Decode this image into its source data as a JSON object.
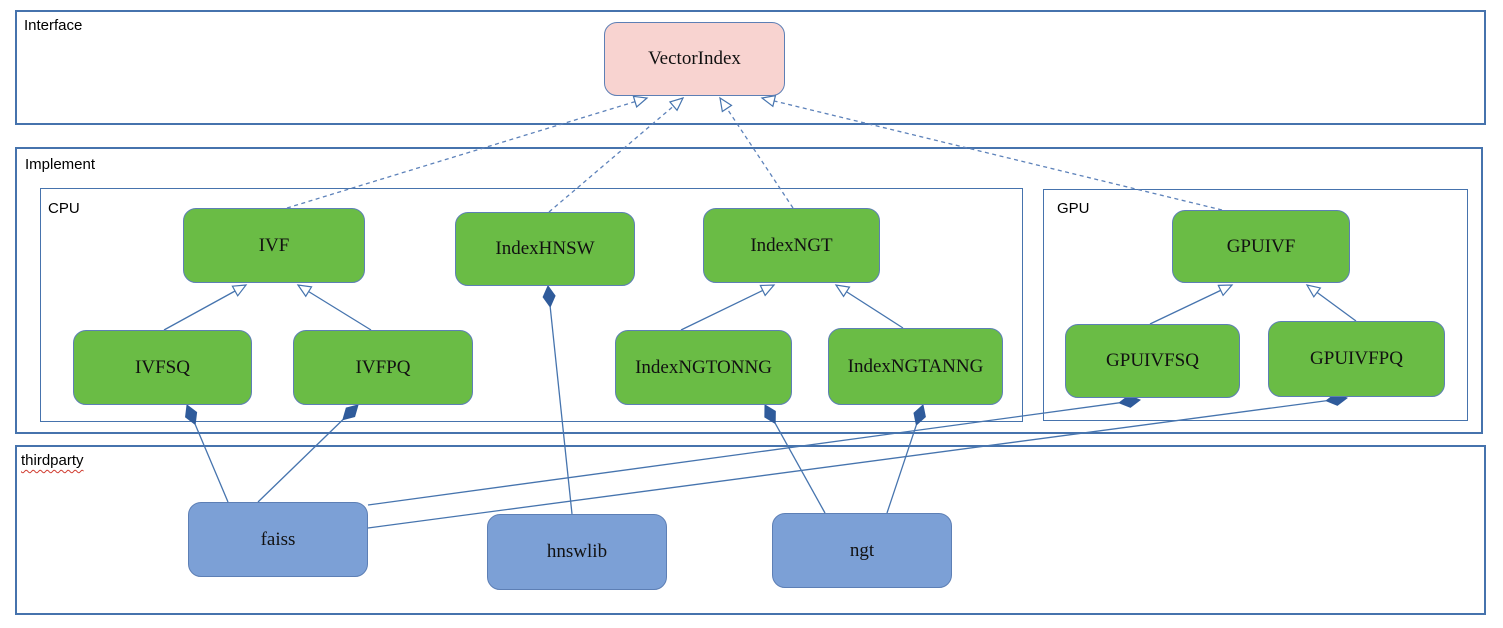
{
  "diagram": {
    "sections": {
      "interface": {
        "label": "Interface"
      },
      "implement": {
        "label": "Implement"
      },
      "cpu": {
        "label": "CPU"
      },
      "gpu": {
        "label": "GPU"
      },
      "thirdparty": {
        "label": "thirdparty",
        "spellcheck_underline": true
      }
    },
    "nodes": {
      "vectorindex": {
        "label": "VectorIndex",
        "group": "interface"
      },
      "ivf": {
        "label": "IVF",
        "group": "implement-cpu"
      },
      "indexhnsw": {
        "label": "IndexHNSW",
        "group": "implement-cpu"
      },
      "indexngt": {
        "label": "IndexNGT",
        "group": "implement-cpu"
      },
      "gpuivf": {
        "label": "GPUIVF",
        "group": "implement-gpu"
      },
      "ivfsq": {
        "label": "IVFSQ",
        "group": "implement-cpu"
      },
      "ivfpq": {
        "label": "IVFPQ",
        "group": "implement-cpu"
      },
      "indexngtonng": {
        "label": "IndexNGTONNG",
        "group": "implement-cpu"
      },
      "indexngtanng": {
        "label": "IndexNGTANNG",
        "group": "implement-cpu"
      },
      "gpuivfsq": {
        "label": "GPUIVFSQ",
        "group": "implement-gpu"
      },
      "gpuivfpq": {
        "label": "GPUIVFPQ",
        "group": "implement-gpu"
      },
      "faiss": {
        "label": "faiss",
        "group": "thirdparty"
      },
      "hnswlib": {
        "label": "hnswlib",
        "group": "thirdparty"
      },
      "ngt": {
        "label": "ngt",
        "group": "thirdparty"
      }
    },
    "edges": [
      {
        "from": "ivf",
        "to": "vectorindex",
        "type": "realization"
      },
      {
        "from": "indexhnsw",
        "to": "vectorindex",
        "type": "realization"
      },
      {
        "from": "indexngt",
        "to": "vectorindex",
        "type": "realization"
      },
      {
        "from": "gpuivf",
        "to": "vectorindex",
        "type": "realization"
      },
      {
        "from": "ivfsq",
        "to": "ivf",
        "type": "generalization"
      },
      {
        "from": "ivfpq",
        "to": "ivf",
        "type": "generalization"
      },
      {
        "from": "indexngtonng",
        "to": "indexngt",
        "type": "generalization"
      },
      {
        "from": "indexngtanng",
        "to": "indexngt",
        "type": "generalization"
      },
      {
        "from": "gpuivfsq",
        "to": "gpuivf",
        "type": "generalization"
      },
      {
        "from": "gpuivfpq",
        "to": "gpuivf",
        "type": "generalization"
      },
      {
        "from": "ivfsq",
        "to": "faiss",
        "type": "composition"
      },
      {
        "from": "ivfpq",
        "to": "faiss",
        "type": "composition"
      },
      {
        "from": "indexhnsw",
        "to": "hnswlib",
        "type": "composition"
      },
      {
        "from": "indexngtonng",
        "to": "ngt",
        "type": "composition"
      },
      {
        "from": "indexngtanng",
        "to": "ngt",
        "type": "composition"
      },
      {
        "from": "gpuivfsq",
        "to": "faiss",
        "type": "composition"
      },
      {
        "from": "gpuivfpq",
        "to": "faiss",
        "type": "composition"
      }
    ],
    "colors": {
      "section_border": "#4673ad",
      "node_border": "#5d7fb5",
      "interface_fill": "#f8d3d0",
      "implement_fill": "#6abc45",
      "thirdparty_fill": "#7ca0d6",
      "line": "#4674ae",
      "dashed_line": "#5d82ba",
      "diamond_fill": "#2f5b9b",
      "spellcheck": "#d03b2f"
    }
  }
}
